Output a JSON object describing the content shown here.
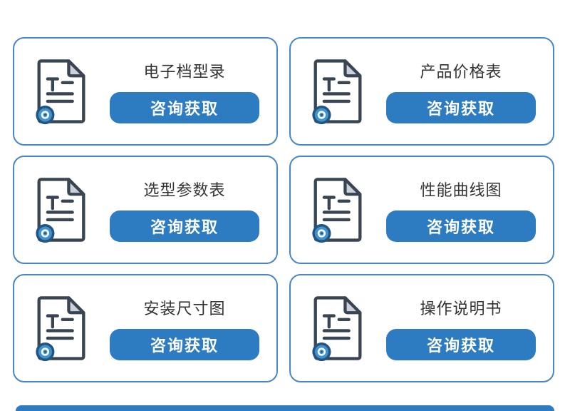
{
  "cards": [
    {
      "title": "电子档型录",
      "button_label": "咨询获取"
    },
    {
      "title": "产品价格表",
      "button_label": "咨询获取"
    },
    {
      "title": "选型参数表",
      "button_label": "咨询获取"
    },
    {
      "title": "性能曲线图",
      "button_label": "咨询获取"
    },
    {
      "title": "安装尺寸图",
      "button_label": "咨询获取"
    },
    {
      "title": "操作说明书",
      "button_label": "咨询获取"
    }
  ],
  "colors": {
    "card_border": "#4a86c6",
    "button_background": "#2d7cc1",
    "button_text": "#ffffff",
    "title_text": "#333333",
    "icon_outline": "#3a4553",
    "icon_fold": "#ccd1d9",
    "icon_badge_fill": "#3f93d2",
    "icon_badge_ring": "#24547e"
  },
  "icons": {
    "document": "document-with-download-badge"
  }
}
